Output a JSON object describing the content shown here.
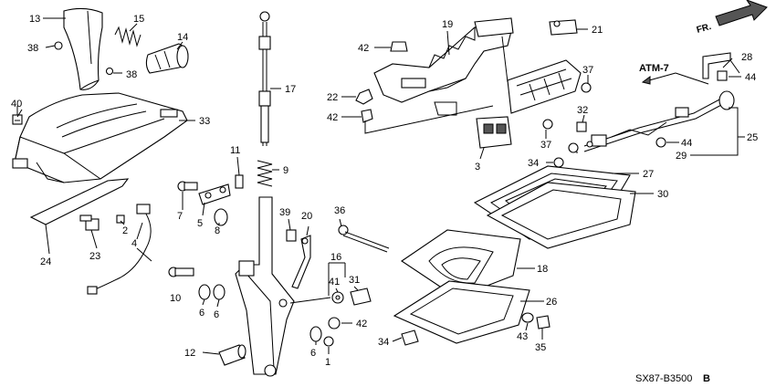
{
  "diagram": {
    "code": "SX87-B3500",
    "code_suffix": "B",
    "atm_label": "ATM-7",
    "direction_label": "FR.",
    "callouts": [
      {
        "id": "c13",
        "text": "13"
      },
      {
        "id": "c15",
        "text": "15"
      },
      {
        "id": "c14",
        "text": "14"
      },
      {
        "id": "c38a",
        "text": "38"
      },
      {
        "id": "c38b",
        "text": "38"
      },
      {
        "id": "c40",
        "text": "40"
      },
      {
        "id": "c33",
        "text": "33"
      },
      {
        "id": "c24",
        "text": "24"
      },
      {
        "id": "c23",
        "text": "23"
      },
      {
        "id": "c2",
        "text": "2"
      },
      {
        "id": "c4",
        "text": "4"
      },
      {
        "id": "c7",
        "text": "7"
      },
      {
        "id": "c5",
        "text": "5"
      },
      {
        "id": "c8",
        "text": "8"
      },
      {
        "id": "c11",
        "text": "11"
      },
      {
        "id": "c9",
        "text": "9"
      },
      {
        "id": "c17",
        "text": "17"
      },
      {
        "id": "c10",
        "text": "10"
      },
      {
        "id": "c6a",
        "text": "6"
      },
      {
        "id": "c6b",
        "text": "6"
      },
      {
        "id": "c12",
        "text": "12"
      },
      {
        "id": "c39",
        "text": "39"
      },
      {
        "id": "c20",
        "text": "20"
      },
      {
        "id": "c36",
        "text": "36"
      },
      {
        "id": "c16",
        "text": "16"
      },
      {
        "id": "c41",
        "text": "41"
      },
      {
        "id": "c31",
        "text": "31"
      },
      {
        "id": "c42a",
        "text": "42"
      },
      {
        "id": "c6c",
        "text": "6"
      },
      {
        "id": "c1",
        "text": "1"
      },
      {
        "id": "c19",
        "text": "19"
      },
      {
        "id": "c21",
        "text": "21"
      },
      {
        "id": "c42b",
        "text": "42"
      },
      {
        "id": "c22",
        "text": "22"
      },
      {
        "id": "c42c",
        "text": "42"
      },
      {
        "id": "c3",
        "text": "3"
      },
      {
        "id": "c37a",
        "text": "37"
      },
      {
        "id": "c32",
        "text": "32"
      },
      {
        "id": "c37b",
        "text": "37"
      },
      {
        "id": "c28",
        "text": "28"
      },
      {
        "id": "c44a",
        "text": "44"
      },
      {
        "id": "c25",
        "text": "25"
      },
      {
        "id": "c44b",
        "text": "44"
      },
      {
        "id": "c29",
        "text": "29"
      },
      {
        "id": "c34a",
        "text": "34"
      },
      {
        "id": "c27",
        "text": "27"
      },
      {
        "id": "c30",
        "text": "30"
      },
      {
        "id": "c18",
        "text": "18"
      },
      {
        "id": "c26",
        "text": "26"
      },
      {
        "id": "c34b",
        "text": "34"
      },
      {
        "id": "c43",
        "text": "43"
      },
      {
        "id": "c35",
        "text": "35"
      }
    ]
  }
}
